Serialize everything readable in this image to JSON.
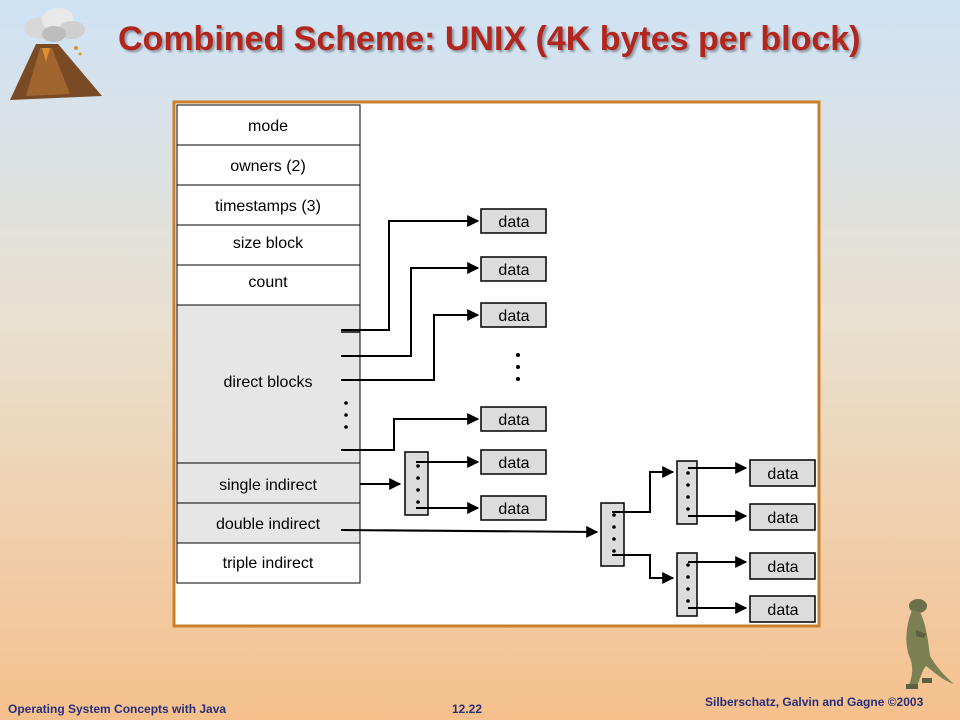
{
  "title": "Combined Scheme:  UNIX (4K bytes per block)",
  "inode": {
    "fields": [
      "mode",
      "owners (2)",
      "timestamps (3)",
      "size block",
      "count"
    ],
    "direct_label": "direct blocks",
    "indirect": [
      "single indirect",
      "double indirect",
      "triple indirect"
    ]
  },
  "block_label": "data",
  "footer": {
    "left": "Operating System Concepts with Java",
    "center": "12.22",
    "right": "Silberschatz, Galvin and Gagne ©2003"
  },
  "colors": {
    "title": "#b3261e",
    "footer": "#26307a",
    "frame": "#c8802c",
    "inode_fill": "#e6e6e6",
    "block_fill": "#dcdcdc"
  },
  "icons": [
    "volcano-icon",
    "dinosaur-icon"
  ]
}
